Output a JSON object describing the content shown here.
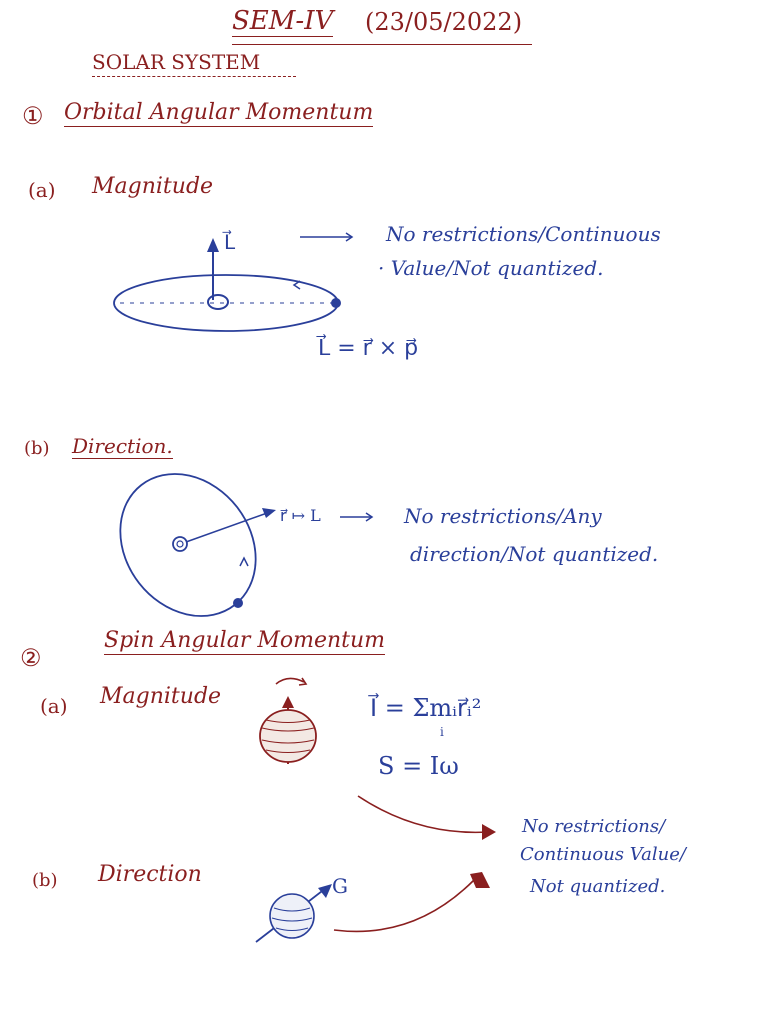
{
  "header": {
    "title": "SEM-IV",
    "date": "(23/05/2022)"
  },
  "topic": "SOLAR SYSTEM",
  "section1": {
    "number": "①",
    "title": "Orbital Angular Momentum",
    "a": {
      "label": "(a)",
      "title": "Magnitude",
      "vector_label": "L⃗",
      "note_line1": "No restrictions/Continuous",
      "note_line2": "· Value/Not quantized.",
      "formula": "L⃗ = r⃗ × p⃗"
    },
    "b": {
      "label": "(b)",
      "title": "Direction.",
      "vector_label": "r⃗ ↦ L",
      "note_line1": "No restrictions/Any",
      "note_line2": "direction/Not quantized."
    }
  },
  "section2": {
    "number": "②",
    "title": "Spin Angular Momentum",
    "a": {
      "label": "(a)",
      "title": "Magnitude",
      "formula1": "I⃗ = Σmᵢr⃗ᵢ²",
      "formula1_sub": "i",
      "formula2": "S = Iω"
    },
    "b": {
      "label": "(b)",
      "title": "Direction",
      "vector_label": "G"
    },
    "note_line1": "No restrictions/",
    "note_line2": "Continuous Value/",
    "note_line3": "Not quantized."
  },
  "colors": {
    "maroon": "#8a1f1f",
    "blue": "#2a3f9a"
  }
}
